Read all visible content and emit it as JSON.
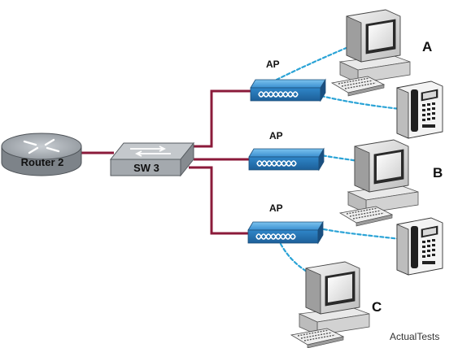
{
  "router": {
    "label": "Router 2"
  },
  "switch": {
    "label": "SW 3"
  },
  "access_points": [
    {
      "label": "AP"
    },
    {
      "label": "AP"
    },
    {
      "label": "AP"
    }
  ],
  "computers": [
    {
      "label": "A"
    },
    {
      "label": "B"
    },
    {
      "label": "C"
    }
  ],
  "watermark": "ActualTests",
  "colors": {
    "wired_link": "#8b1a3a",
    "wireless_link": "#2aa3d6",
    "access_point": "#2a83c4",
    "router": "#9aa0a6",
    "switch": "#a9adb2"
  },
  "icons": [
    "router-icon",
    "switch-icon",
    "access-point-icon",
    "computer-icon",
    "ip-phone-icon"
  ]
}
